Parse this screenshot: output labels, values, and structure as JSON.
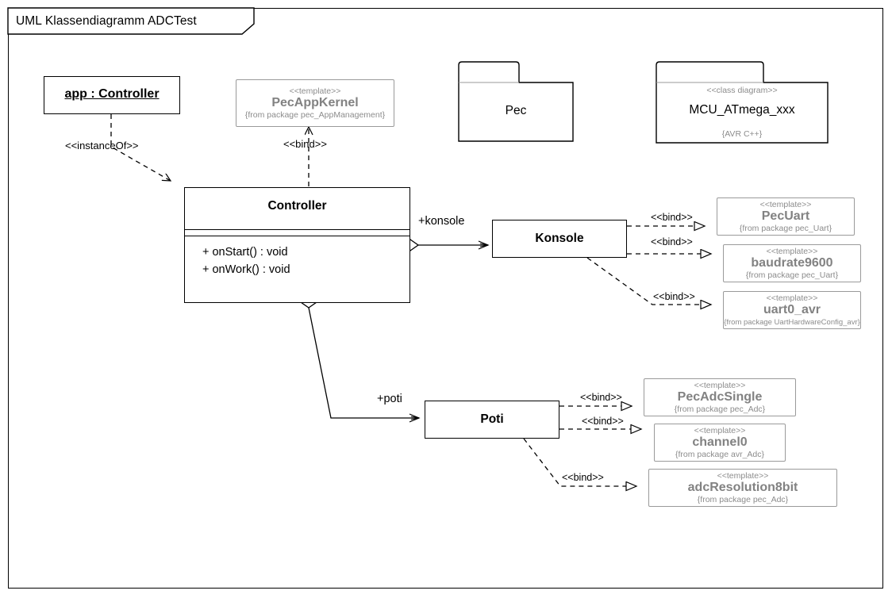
{
  "frame": {
    "title": "UML Klassendiagramm ADCTest"
  },
  "object_node": {
    "label": "app : Controller"
  },
  "classes": [
    {
      "name": "Controller",
      "operations": [
        "+ onStart() : void",
        "+ onWork() : void"
      ]
    },
    {
      "name": "Konsole",
      "operations": []
    },
    {
      "name": "Poti",
      "operations": []
    }
  ],
  "class_controller": {
    "name": "Controller",
    "op1": "+ onStart() : void",
    "op2": "+ onWork() : void"
  },
  "class_konsole": {
    "name": "Konsole"
  },
  "class_poti": {
    "name": "Poti"
  },
  "packages": [
    {
      "name": "Pec",
      "stereotype": "",
      "tagged": ""
    },
    {
      "name": "MCU_ATmega_xxx",
      "stereotype": "<<class diagram>>",
      "tagged": "{AVR C++}"
    }
  ],
  "package_pec": {
    "name": "Pec"
  },
  "package_mcu": {
    "stereotype": "<<class diagram>>",
    "name": "MCU_ATmega_xxx",
    "tagged": "{AVR C++}"
  },
  "templates": {
    "pec_app_kernel": {
      "stereotype": "<<template>>",
      "name": "PecAppKernel",
      "from": "{from package pec_AppManagement}"
    },
    "pec_uart": {
      "stereotype": "<<template>>",
      "name": "PecUart",
      "from": "{from package pec_Uart}"
    },
    "baudrate9600": {
      "stereotype": "<<template>>",
      "name": "baudrate9600",
      "from": "{from package pec_Uart}"
    },
    "uart0_avr": {
      "stereotype": "<<template>>",
      "name": "uart0_avr",
      "from": "{from package UartHardwareConfig_avr}"
    },
    "pec_adc_single": {
      "stereotype": "<<template>>",
      "name": "PecAdcSingle",
      "from": "{from package pec_Adc}"
    },
    "channel0": {
      "stereotype": "<<template>>",
      "name": "channel0",
      "from": "{from package avr_Adc}"
    },
    "adc_resolution_8bit": {
      "stereotype": "<<template>>",
      "name": "adcResolution8bit",
      "from": "{from package pec_Adc}"
    }
  },
  "edges": {
    "instance_of": "<<instanceOf>>",
    "bind": "<<bind>>",
    "bind_kernel": "<<bind>>",
    "bind_pec_uart": "<<bind>>",
    "bind_baudrate": "<<bind>>",
    "bind_uart0": "<<bind>>",
    "bind_adc_single": "<<bind>>",
    "bind_channel0": "<<bind>>",
    "bind_adc_res": "<<bind>>",
    "role_konsole": "+konsole",
    "role_poti": "+poti"
  },
  "colors": {
    "line": "#000000",
    "template_border": "#9a9a9a",
    "template_text": "#828282",
    "template_meta": "#8c8c8c",
    "background": "#ffffff"
  }
}
